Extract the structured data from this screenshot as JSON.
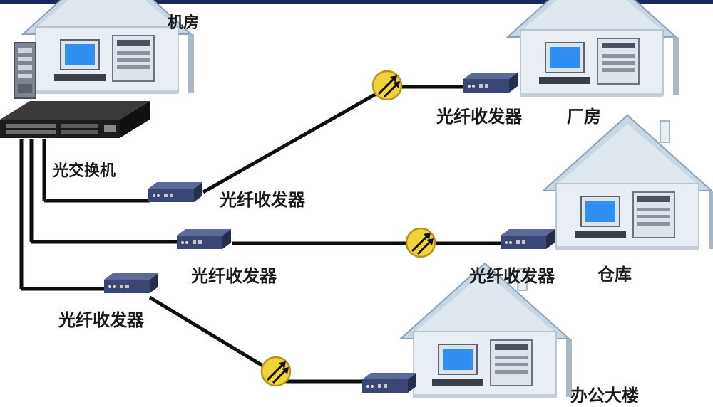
{
  "colors": {
    "link_line": "#0d0d0d",
    "fiber_badge": "#f2d13c",
    "transceiver": "#3a4673",
    "house_wall": "#e9eef4",
    "house_roof": "#c9d6e3",
    "top_bar": "#1b2a5e"
  },
  "labels": {
    "server_room": "机房",
    "optical_switch": "光交换机",
    "factory": "厂房",
    "warehouse": "仓库",
    "office_building": "办公大楼",
    "transceiver_factory": "光纤收发器",
    "transceiver_1": "光纤收发器",
    "transceiver_2": "光纤收发器",
    "transceiver_3": "光纤收发器",
    "transceiver_warehouse": "光纤收发器"
  },
  "icons": {
    "fiber_link": "fiber-link-icon",
    "switch": "optical-switch-icon",
    "transceiver": "fiber-transceiver-icon",
    "house": "building-icon",
    "rack": "server-rack-icon"
  }
}
